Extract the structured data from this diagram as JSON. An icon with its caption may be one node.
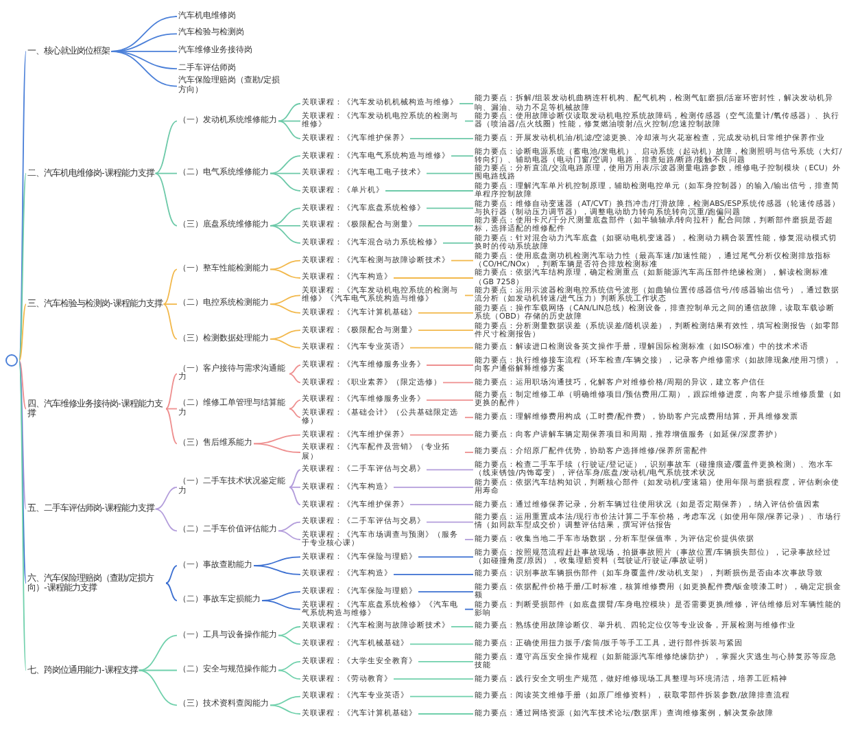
{
  "diagram": {
    "nodes": [
      {
        "text": [],
        "shape": "circle"
      },
      {
        "text": [
          "一、核心就业岗位框架"
        ]
      },
      {
        "text": [
          "汽车机电维修岗"
        ]
      },
      {
        "text": [
          "汽车检验与检测岗"
        ]
      },
      {
        "text": [
          "汽车维修业务接待岗"
        ]
      },
      {
        "text": [
          "二手车评估师岗"
        ]
      },
      {
        "text": [
          "汽车保险理赔岗（查勘/定损方向）"
        ]
      },
      {
        "text": [
          "二、汽车机电维修岗-课程能力支撑"
        ]
      },
      {
        "text": [
          "（一）发动机系统维修能力"
        ]
      },
      {
        "text": [
          "关联课程：《汽车发动机机械构造与维修》"
        ]
      },
      {
        "text": [
          "能力要点：拆解/组装发动机曲柄连杆机构、配气机构，检测气缸磨损/活塞环密封性，解决发动机异响、漏油、动力不足等机械故障"
        ]
      },
      {
        "text": [
          "关联课程：《汽车发动机电控系统的检测与维修》"
        ]
      },
      {
        "text": [
          "能力要点：使用故障诊断仪读取发动机电控系统故障码，检测传感器（空气流量计/氧传感器）、执行器（喷油器/点火线圈）性能，修复燃油喷射/点火控制/怠速控制故障"
        ]
      },
      {
        "text": [
          "关联课程：《汽车维护保养》"
        ]
      },
      {
        "text": [
          "能力要点：开展发动机机油/机滤/空滤更换、冷却液与火花塞检查，完成发动机日常维护保养作业"
        ]
      },
      {
        "text": [
          "（二）电气系统维修能力"
        ]
      },
      {
        "text": [
          "关联课程：《汽车电气系统构造与维修》"
        ]
      },
      {
        "text": [
          "能力要点：诊断电源系统（蓄电池/发电机）、启动系统（起动机）故障，检测照明与信号系统（大灯/转向灯）、辅助电器（电动门窗/空调）电路，排查短路/断路/接触不良问题"
        ]
      },
      {
        "text": [
          "关联课程：《汽车电工电子技术》"
        ]
      },
      {
        "text": [
          "能力要点：分析直流/交流电路原理，使用万用表/示波器测量电路参数，维修电子控制模块（ECU）外围电路线路"
        ]
      },
      {
        "text": [
          "关联课程：《单片机》"
        ]
      },
      {
        "text": [
          "能力要点：理解汽车单片机控制原理，辅助检测电控单元（如车身控制器）的输入/输出信号，排查简单程序控制故障"
        ]
      },
      {
        "text": [
          "（三）底盘系统维修能力"
        ]
      },
      {
        "text": [
          "关联课程：《汽车底盘系统检修》"
        ]
      },
      {
        "text": [
          "能力要点：维修自动变速器（AT/CVT）换挡冲击/打滑故障，检测ABS/ESP系统传感器（轮速传感器）与执行器（制动压力调节器），调整电动助力转向系统转向沉重/跑偏问题"
        ]
      },
      {
        "text": [
          "关联课程：《极限配合与测量》"
        ]
      },
      {
        "text": [
          "能力要点：使用卡尺/千分尺测量底盘部件（如半轴轴承/转向拉杆）配合间隙，判断部件磨损是否超标，选择适配的维修配件"
        ]
      },
      {
        "text": [
          "关联课程：《汽车混合动力系统检修》"
        ]
      },
      {
        "text": [
          "能力要点：针对混合动力汽车底盘（如驱动电机变速器），检测动力耦合装置性能，修复混动模式切换时的传动系统故障"
        ]
      },
      {
        "text": [
          "三、汽车检验与检测岗-课程能力支撑"
        ]
      },
      {
        "text": [
          "（一）整车性能检测能力"
        ]
      },
      {
        "text": [
          "关联课程：《汽车检测与故障诊断技术》"
        ]
      },
      {
        "text": [
          "能力要点：使用底盘测功机检测汽车动力性（最高车速/加速性能），通过尾气分析仪检测排放指标（CO/HC/NOx），判断车辆是否符合排放检测标准"
        ]
      },
      {
        "text": [
          "关联课程：《汽车构造》"
        ]
      },
      {
        "text": [
          "能力要点：依据汽车结构原理，确定检测重点（如新能源汽车高压部件绝缘检测），解读检测标准（GB 7258）"
        ]
      },
      {
        "text": [
          "（二）电控系统检测能力"
        ]
      },
      {
        "text": [
          "关联课程：《汽车发动机电控系统的检测与维修》《汽车电气系统构造与维修》"
        ]
      },
      {
        "text": [
          "能力要点：运用示波器检测电控系统信号波形（如曲轴位置传感器信号/传感器输出信号），通过数据流分析（如发动机转速/进气压力）判断系统工作状态"
        ]
      },
      {
        "text": [
          "关联课程：《汽车计算机基础》"
        ]
      },
      {
        "text": [
          "能力要点：操作车载网络（CAN/LIN总线）检测设备，排查控制单元之间的通信故障，读取车载诊断系统（OBD）存储的历史故障"
        ]
      },
      {
        "text": [
          "（三）检测数据处理能力"
        ]
      },
      {
        "text": [
          "关联课程：《极限配合与测量》"
        ]
      },
      {
        "text": [
          "能力要点：分析测量数据误差（系统误差/随机误差），判断检测结果有效性，填写检测报告（如零部件尺寸检测报告）"
        ]
      },
      {
        "text": [
          "关联课程：《汽车专业英语》"
        ]
      },
      {
        "text": [
          "能力要点：解读进口检测设备英文操作手册，理解国际检测标准（如ISO标准）中的技术术语"
        ]
      },
      {
        "text": [
          "四、汽车维修业务接待岗-课程能力支撑"
        ]
      },
      {
        "text": [
          "（一）客户接待与需求沟通能力"
        ]
      },
      {
        "text": [
          "关联课程：《汽车维修服务业务》"
        ]
      },
      {
        "text": [
          "能力要点：执行维修接车流程（环车检查/车辆交接），记录客户维修需求（如故障现象/使用习惯），向客户通俗解释维修方案"
        ]
      },
      {
        "text": [
          "关联课程：《职业素养》（限定选修）"
        ]
      },
      {
        "text": [
          "能力要点：运用职场沟通技巧，化解客户对维修价格/周期的异议，建立客户信任"
        ]
      },
      {
        "text": [
          "（二）维修工单管理与结算能力"
        ]
      },
      {
        "text": [
          "关联课程：《汽车维修服务业务》"
        ]
      },
      {
        "text": [
          "能力要点：制定维修工单（明确维修项目/预估费用/工期），跟踪维修进度，向客户提示维修质量（如更换的配件）"
        ]
      },
      {
        "text": [
          "关联课程：《基础会计》（公共基础限定选修）"
        ]
      },
      {
        "text": [
          "能力要点：理解维修费用构成（工时费/配件费），协助客户完成费用结算，开具维修发票"
        ]
      },
      {
        "text": [
          "（三）售后维系能力"
        ]
      },
      {
        "text": [
          "关联课程：《汽车维护保养》"
        ]
      },
      {
        "text": [
          "能力要点：向客户讲解车辆定期保养项目和周期，推荐增值服务（如延保/深度养护）"
        ]
      },
      {
        "text": [
          "关联课程：《汽车配件及营销》（专业拓展）"
        ]
      },
      {
        "text": [
          "能力要点：介绍原厂配件优势，协助客户选择维修/保养所需配件"
        ]
      },
      {
        "text": [
          "五、二手车评估师岗-课程能力支撑"
        ]
      },
      {
        "text": [
          "（一）二手车技术状况鉴定能力"
        ]
      },
      {
        "text": [
          "关联课程：《二手车评估与交易》"
        ]
      },
      {
        "text": [
          "能力要点：检查二手车手续（行驶证/登记证），识别事故车（碰撞痕迹/覆盖件更换检测）、泡水车（线束锈蚀/内饰霉变），评估车身/底盘/发动机/电气系统技术状况"
        ]
      },
      {
        "text": [
          "关联课程：《汽车构造》"
        ]
      },
      {
        "text": [
          "能力要点：依据汽车结构知识，判断核心部件（如发动机/变速箱）使用年限与磨损程度，评估剩余使用寿命"
        ]
      },
      {
        "text": [
          "关联课程：《汽车维护保养》"
        ]
      },
      {
        "text": [
          "能力要点：通过维修保养记录，分析车辆过往使用状况（如是否定期保养），纳入评估价值因素"
        ]
      },
      {
        "text": [
          "（二）二手车价值评估能力"
        ]
      },
      {
        "text": [
          "关联课程：《二手车评估与交易》"
        ]
      },
      {
        "text": [
          "能力要点：运用重置成本法/现行市价法计算二手车价格，考虑车况（如使用年限/保养记录）、市场行情（如同款车型成交价）调整评估结果，撰写评估报告"
        ]
      },
      {
        "text": [
          "关联课程：《汽车市场调查与预测》（服务于专业核心课）"
        ]
      },
      {
        "text": [
          "能力要点：收集当地二手车市场数据，分析车型保值率，为评估定价提供依据"
        ]
      },
      {
        "text": [
          "六、汽车保险理赔岗（查勘/定损方向）-课程能力支撑"
        ]
      },
      {
        "text": [
          "（一）事故查勘能力"
        ]
      },
      {
        "text": [
          "关联课程：《汽车保险与理赔》"
        ]
      },
      {
        "text": [
          "能力要点：按照规范流程赶赴事故现场，拍摄事故照片（事故位置/车辆损失部位），记录事故经过（如碰撞角度/原因），收集理赔资料（驾驶证/行驶证/事故证明）"
        ]
      },
      {
        "text": [
          "关联课程：《汽车构造》"
        ]
      },
      {
        "text": [
          "能力要点：识别事故车辆损伤部件（如车身覆盖件/发动机支架），判断损伤是否由本次事故导致"
        ]
      },
      {
        "text": [
          "（二）事故车定损能力"
        ]
      },
      {
        "text": [
          "关联课程：《汽车保险与理赔》"
        ]
      },
      {
        "text": [
          "能力要点：依据配件价格手册/工时标准，核算维修费用（如更换配件费/钣金喷漆工时），确定定损金额"
        ]
      },
      {
        "text": [
          "关联课程：《汽车底盘系统检修》《汽车电气系统构造与维修》"
        ]
      },
      {
        "text": [
          "能力要点：判断受损部件（如底盘摆臂/车身电控模块）是否需要更换/维修，评估维修后对车辆性能的影响"
        ]
      },
      {
        "text": [
          "七、跨岗位通用能力-课程支撑"
        ]
      },
      {
        "text": [
          "（一）工具与设备操作能力"
        ]
      },
      {
        "text": [
          "关联课程：《汽车检测与故障诊断技术》"
        ]
      },
      {
        "text": [
          "能力要点：熟练使用故障诊断仪、举升机、四轮定位仪等专业设备，开展检测与维修作业"
        ]
      },
      {
        "text": [
          "关联课程：《汽车机械基础》"
        ]
      },
      {
        "text": [
          "能力要点：正确使用扭力扳手/套筒/扳手等手工工具，进行部件拆装与紧固"
        ]
      },
      {
        "text": [
          "（二）安全与规范操作能力"
        ]
      },
      {
        "text": [
          "关联课程：《大学生安全教育》"
        ]
      },
      {
        "text": [
          "能力要点：遵守高压安全操作规程（如新能源汽车维修绝缘防护），掌握火灾逃生与心肺复苏等应急技能"
        ]
      },
      {
        "text": [
          "关联课程：《劳动教育》"
        ]
      },
      {
        "text": [
          "能力要点：践行安全文明生产规范，做好维修现场工具整理与环境清洁，培养工匠精神"
        ]
      },
      {
        "text": [
          "（三）技术资料查阅能力"
        ]
      },
      {
        "text": [
          "关联课程：《汽车专业英语》"
        ]
      },
      {
        "text": [
          "能力要点：阅读英文维修手册（如原厂维修资料），获取零部件拆装参数/故障排查流程"
        ]
      },
      {
        "text": [
          "关联课程：《汽车计算机基础》"
        ]
      },
      {
        "text": [
          "能力要点：通过网络资源（如汽车技术论坛/数据库）查询维修案例，解决复杂故障"
        ]
      }
    ],
    "edges": [
      {
        "from": 0,
        "to": 1,
        "arrow": "none",
        "color": "#4a7fd8"
      },
      {
        "from": 1,
        "to": 2,
        "arrow": "none",
        "color": "#4a7fd8"
      },
      {
        "from": 1,
        "to": 3,
        "arrow": "none",
        "color": "#4a7fd8"
      },
      {
        "from": 1,
        "to": 4,
        "arrow": "none",
        "color": "#4a7fd8"
      },
      {
        "from": 1,
        "to": 5,
        "arrow": "none",
        "color": "#4a7fd8"
      },
      {
        "from": 1,
        "to": 6,
        "arrow": "none",
        "color": "#4a7fd8"
      },
      {
        "from": 0,
        "to": 7,
        "arrow": "none",
        "color": "#6cc9a8"
      },
      {
        "from": 7,
        "to": 8,
        "arrow": "none",
        "color": "#6cc9a8"
      },
      {
        "from": 8,
        "to": 9,
        "arrow": "none",
        "color": "#6cc9a8"
      },
      {
        "from": 9,
        "to": 10,
        "arrow": "none",
        "color": "#6cc9a8"
      },
      {
        "from": 8,
        "to": 11,
        "arrow": "none",
        "color": "#6cc9a8"
      },
      {
        "from": 11,
        "to": 12,
        "arrow": "none",
        "color": "#6cc9a8"
      },
      {
        "from": 8,
        "to": 13,
        "arrow": "none",
        "color": "#6cc9a8"
      },
      {
        "from": 13,
        "to": 14,
        "arrow": "none",
        "color": "#6cc9a8"
      },
      {
        "from": 7,
        "to": 15,
        "arrow": "none",
        "color": "#6cc9a8"
      },
      {
        "from": 15,
        "to": 16,
        "arrow": "none",
        "color": "#6cc9a8"
      },
      {
        "from": 16,
        "to": 17,
        "arrow": "none",
        "color": "#6cc9a8"
      },
      {
        "from": 15,
        "to": 18,
        "arrow": "none",
        "color": "#6cc9a8"
      },
      {
        "from": 18,
        "to": 19,
        "arrow": "none",
        "color": "#6cc9a8"
      },
      {
        "from": 15,
        "to": 20,
        "arrow": "none",
        "color": "#6cc9a8"
      },
      {
        "from": 20,
        "to": 21,
        "arrow": "none",
        "color": "#6cc9a8"
      },
      {
        "from": 7,
        "to": 22,
        "arrow": "none",
        "color": "#6cc9a8"
      },
      {
        "from": 22,
        "to": 23,
        "arrow": "none",
        "color": "#6cc9a8"
      },
      {
        "from": 23,
        "to": 24,
        "arrow": "none",
        "color": "#6cc9a8"
      },
      {
        "from": 22,
        "to": 25,
        "arrow": "none",
        "color": "#6cc9a8"
      },
      {
        "from": 25,
        "to": 26,
        "arrow": "none",
        "color": "#6cc9a8"
      },
      {
        "from": 22,
        "to": 27,
        "arrow": "none",
        "color": "#6cc9a8"
      },
      {
        "from": 27,
        "to": 28,
        "arrow": "none",
        "color": "#6cc9a8"
      },
      {
        "from": 0,
        "to": 29,
        "arrow": "none",
        "color": "#f2b84b"
      },
      {
        "from": 29,
        "to": 30,
        "arrow": "none",
        "color": "#f2b84b"
      },
      {
        "from": 30,
        "to": 31,
        "arrow": "none",
        "color": "#f2b84b"
      },
      {
        "from": 31,
        "to": 32,
        "arrow": "none",
        "color": "#f2b84b"
      },
      {
        "from": 30,
        "to": 33,
        "arrow": "none",
        "color": "#f2b84b"
      },
      {
        "from": 33,
        "to": 34,
        "arrow": "none",
        "color": "#f2b84b"
      },
      {
        "from": 29,
        "to": 35,
        "arrow": "none",
        "color": "#f2b84b"
      },
      {
        "from": 35,
        "to": 36,
        "arrow": "none",
        "color": "#f2b84b"
      },
      {
        "from": 36,
        "to": 37,
        "arrow": "none",
        "color": "#f2b84b"
      },
      {
        "from": 35,
        "to": 38,
        "arrow": "none",
        "color": "#f2b84b"
      },
      {
        "from": 38,
        "to": 39,
        "arrow": "none",
        "color": "#f2b84b"
      },
      {
        "from": 29,
        "to": 40,
        "arrow": "none",
        "color": "#f2b84b"
      },
      {
        "from": 40,
        "to": 41,
        "arrow": "none",
        "color": "#f2b84b"
      },
      {
        "from": 41,
        "to": 42,
        "arrow": "none",
        "color": "#f2b84b"
      },
      {
        "from": 40,
        "to": 43,
        "arrow": "none",
        "color": "#f2b84b"
      },
      {
        "from": 43,
        "to": 44,
        "arrow": "none",
        "color": "#f2b84b"
      },
      {
        "from": 0,
        "to": 45,
        "arrow": "none",
        "color": "#ee8f8f"
      },
      {
        "from": 45,
        "to": 46,
        "arrow": "none",
        "color": "#ee8f8f"
      },
      {
        "from": 46,
        "to": 47,
        "arrow": "none",
        "color": "#ee8f8f"
      },
      {
        "from": 47,
        "to": 48,
        "arrow": "none",
        "color": "#ee8f8f"
      },
      {
        "from": 46,
        "to": 49,
        "arrow": "none",
        "color": "#ee8f8f"
      },
      {
        "from": 49,
        "to": 50,
        "arrow": "none",
        "color": "#ee8f8f"
      },
      {
        "from": 45,
        "to": 51,
        "arrow": "none",
        "color": "#ee8f8f"
      },
      {
        "from": 51,
        "to": 52,
        "arrow": "none",
        "color": "#ee8f8f"
      },
      {
        "from": 52,
        "to": 53,
        "arrow": "none",
        "color": "#ee8f8f"
      },
      {
        "from": 51,
        "to": 54,
        "arrow": "none",
        "color": "#ee8f8f"
      },
      {
        "from": 54,
        "to": 55,
        "arrow": "none",
        "color": "#ee8f8f"
      },
      {
        "from": 45,
        "to": 56,
        "arrow": "none",
        "color": "#ee8f8f"
      },
      {
        "from": 56,
        "to": 57,
        "arrow": "none",
        "color": "#ee8f8f"
      },
      {
        "from": 57,
        "to": 58,
        "arrow": "none",
        "color": "#ee8f8f"
      },
      {
        "from": 56,
        "to": 59,
        "arrow": "none",
        "color": "#ee8f8f"
      },
      {
        "from": 59,
        "to": 60,
        "arrow": "none",
        "color": "#ee8f8f"
      },
      {
        "from": 0,
        "to": 61,
        "arrow": "none",
        "color": "#b39ddb"
      },
      {
        "from": 61,
        "to": 62,
        "arrow": "none",
        "color": "#b39ddb"
      },
      {
        "from": 62,
        "to": 63,
        "arrow": "none",
        "color": "#b39ddb"
      },
      {
        "from": 63,
        "to": 64,
        "arrow": "none",
        "color": "#b39ddb"
      },
      {
        "from": 62,
        "to": 65,
        "arrow": "none",
        "color": "#b39ddb"
      },
      {
        "from": 65,
        "to": 66,
        "arrow": "none",
        "color": "#b39ddb"
      },
      {
        "from": 62,
        "to": 67,
        "arrow": "none",
        "color": "#b39ddb"
      },
      {
        "from": 67,
        "to": 68,
        "arrow": "none",
        "color": "#b39ddb"
      },
      {
        "from": 61,
        "to": 69,
        "arrow": "none",
        "color": "#b39ddb"
      },
      {
        "from": 69,
        "to": 70,
        "arrow": "none",
        "color": "#b39ddb"
      },
      {
        "from": 70,
        "to": 71,
        "arrow": "none",
        "color": "#b39ddb"
      },
      {
        "from": 69,
        "to": 72,
        "arrow": "none",
        "color": "#b39ddb"
      },
      {
        "from": 72,
        "to": 73,
        "arrow": "none",
        "color": "#b39ddb"
      },
      {
        "from": 0,
        "to": 74,
        "arrow": "none",
        "color": "#3b6fd1"
      },
      {
        "from": 74,
        "to": 75,
        "arrow": "none",
        "color": "#3b6fd1"
      },
      {
        "from": 75,
        "to": 76,
        "arrow": "none",
        "color": "#3b6fd1"
      },
      {
        "from": 76,
        "to": 77,
        "arrow": "none",
        "color": "#3b6fd1"
      },
      {
        "from": 75,
        "to": 78,
        "arrow": "none",
        "color": "#3b6fd1"
      },
      {
        "from": 78,
        "to": 79,
        "arrow": "none",
        "color": "#3b6fd1"
      },
      {
        "from": 74,
        "to": 80,
        "arrow": "none",
        "color": "#3b6fd1"
      },
      {
        "from": 80,
        "to": 81,
        "arrow": "none",
        "color": "#3b6fd1"
      },
      {
        "from": 81,
        "to": 82,
        "arrow": "none",
        "color": "#3b6fd1"
      },
      {
        "from": 80,
        "to": 83,
        "arrow": "none",
        "color": "#3b6fd1"
      },
      {
        "from": 83,
        "to": 84,
        "arrow": "none",
        "color": "#3b6fd1"
      },
      {
        "from": 0,
        "to": 85,
        "arrow": "none",
        "color": "#6fd0ab"
      },
      {
        "from": 85,
        "to": 86,
        "arrow": "none",
        "color": "#6fd0ab"
      },
      {
        "from": 86,
        "to": 87,
        "arrow": "none",
        "color": "#6fd0ab"
      },
      {
        "from": 87,
        "to": 88,
        "arrow": "none",
        "color": "#6fd0ab"
      },
      {
        "from": 86,
        "to": 89,
        "arrow": "none",
        "color": "#6fd0ab"
      },
      {
        "from": 89,
        "to": 90,
        "arrow": "none",
        "color": "#6fd0ab"
      },
      {
        "from": 85,
        "to": 91,
        "arrow": "none",
        "color": "#6fd0ab"
      },
      {
        "from": 91,
        "to": 92,
        "arrow": "none",
        "color": "#6fd0ab"
      },
      {
        "from": 92,
        "to": 93,
        "arrow": "none",
        "color": "#6fd0ab"
      },
      {
        "from": 91,
        "to": 94,
        "arrow": "none",
        "color": "#6fd0ab"
      },
      {
        "from": 94,
        "to": 95,
        "arrow": "none",
        "color": "#6fd0ab"
      },
      {
        "from": 85,
        "to": 96,
        "arrow": "none",
        "color": "#6fd0ab"
      },
      {
        "from": 96,
        "to": 97,
        "arrow": "none",
        "color": "#6fd0ab"
      },
      {
        "from": 97,
        "to": 98,
        "arrow": "none",
        "color": "#6fd0ab"
      },
      {
        "from": 96,
        "to": 99,
        "arrow": "none",
        "color": "#6fd0ab"
      },
      {
        "from": 99,
        "to": 100,
        "arrow": "none",
        "color": "#6fd0ab"
      }
    ]
  }
}
